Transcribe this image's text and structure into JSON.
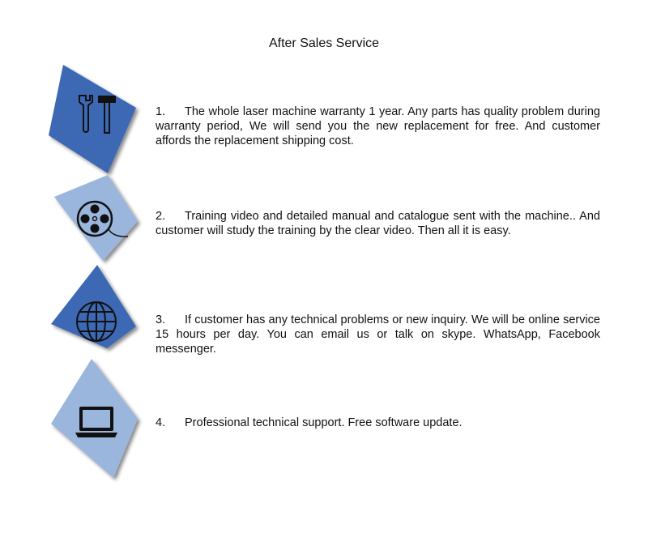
{
  "title": "After Sales Service",
  "colors": {
    "dark_blue": "#3d68b4",
    "light_blue": "#9ab6dc"
  },
  "items": [
    {
      "num": "1.",
      "icon": "tools-icon",
      "text": "The whole laser machine warranty 1 year. Any parts has quality problem during warranty period, We will send you the new replacement for free. And customer affords the replacement shipping cost."
    },
    {
      "num": "2.",
      "icon": "film-reel-icon",
      "text": "Training video and detailed manual and catalogue sent with the machine.. And customer will study the training by the clear video. Then all it is easy."
    },
    {
      "num": "3.",
      "icon": "globe-icon",
      "text": "If customer has any technical problems or new inquiry. We will be online service 15 hours per day. You can email us or talk on skype. WhatsApp, Facebook messenger."
    },
    {
      "num": "4.",
      "icon": "laptop-icon",
      "text": "Professional technical support. Free software update."
    }
  ]
}
